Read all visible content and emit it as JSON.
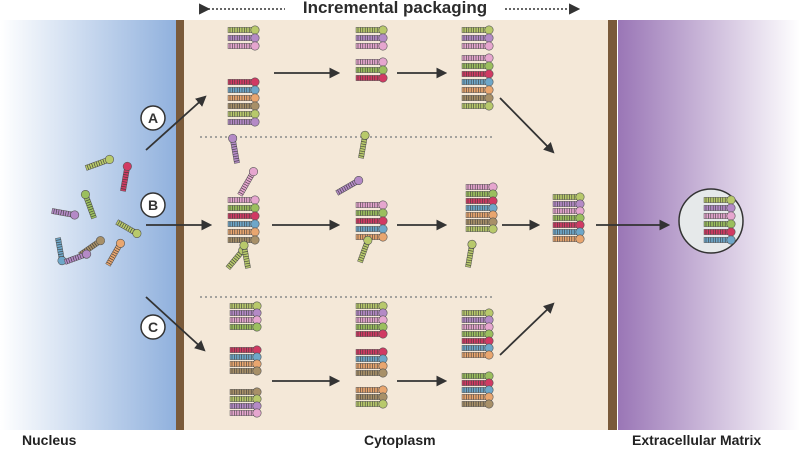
{
  "title": "Incremental packaging",
  "regions": {
    "nucleus": "Nucleus",
    "cytoplasm": "Cytoplasm",
    "extracellular_matrix": "Extracellular Matrix"
  },
  "pathways": [
    {
      "label": "A"
    },
    {
      "label": "B"
    },
    {
      "label": "C"
    }
  ],
  "colors": {
    "nucleus_gradient": [
      "#8fb0dd",
      "#ffffff"
    ],
    "cytoplasm": "#f4e8d8",
    "membrane": "#7a5a3a",
    "ecm_gradient": [
      "#9a76b6",
      "#ffffff"
    ],
    "arrow": "#333333",
    "vesicle": "#e6e9ea",
    "rna_palette": [
      "#b8c96b",
      "#b48ac6",
      "#e6a6cf",
      "#9bbf5e",
      "#d13a63",
      "#6ea7c9",
      "#e9a66f",
      "#a89068"
    ]
  },
  "icons": [
    "rna-hairpin-icon",
    "arrow-icon",
    "vesicle-icon"
  ]
}
